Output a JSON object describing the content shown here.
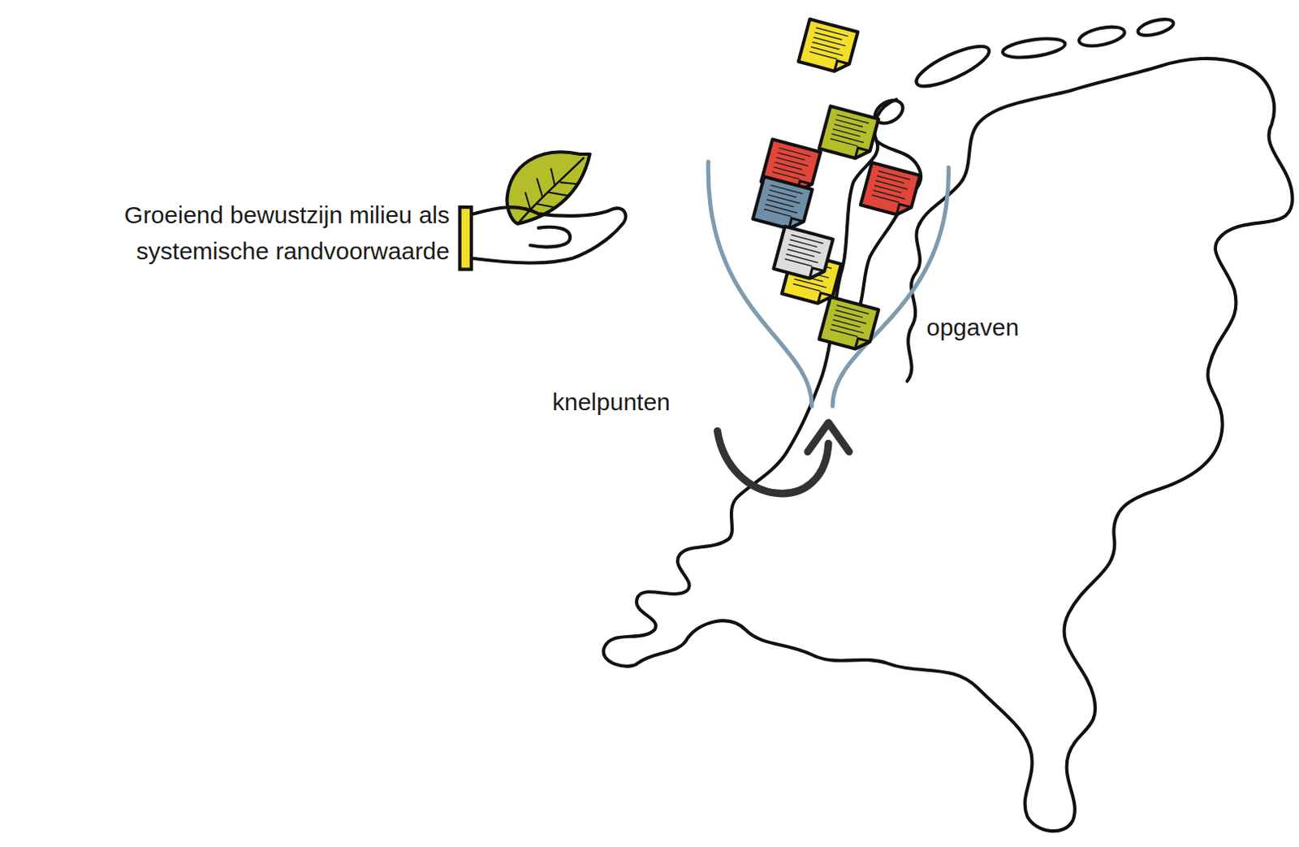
{
  "diagram": {
    "labels": [
      "Groeiend bewustzijn milieu als systemische randvoorwaarde",
      "knelpunten",
      "opgaven"
    ]
  }
}
